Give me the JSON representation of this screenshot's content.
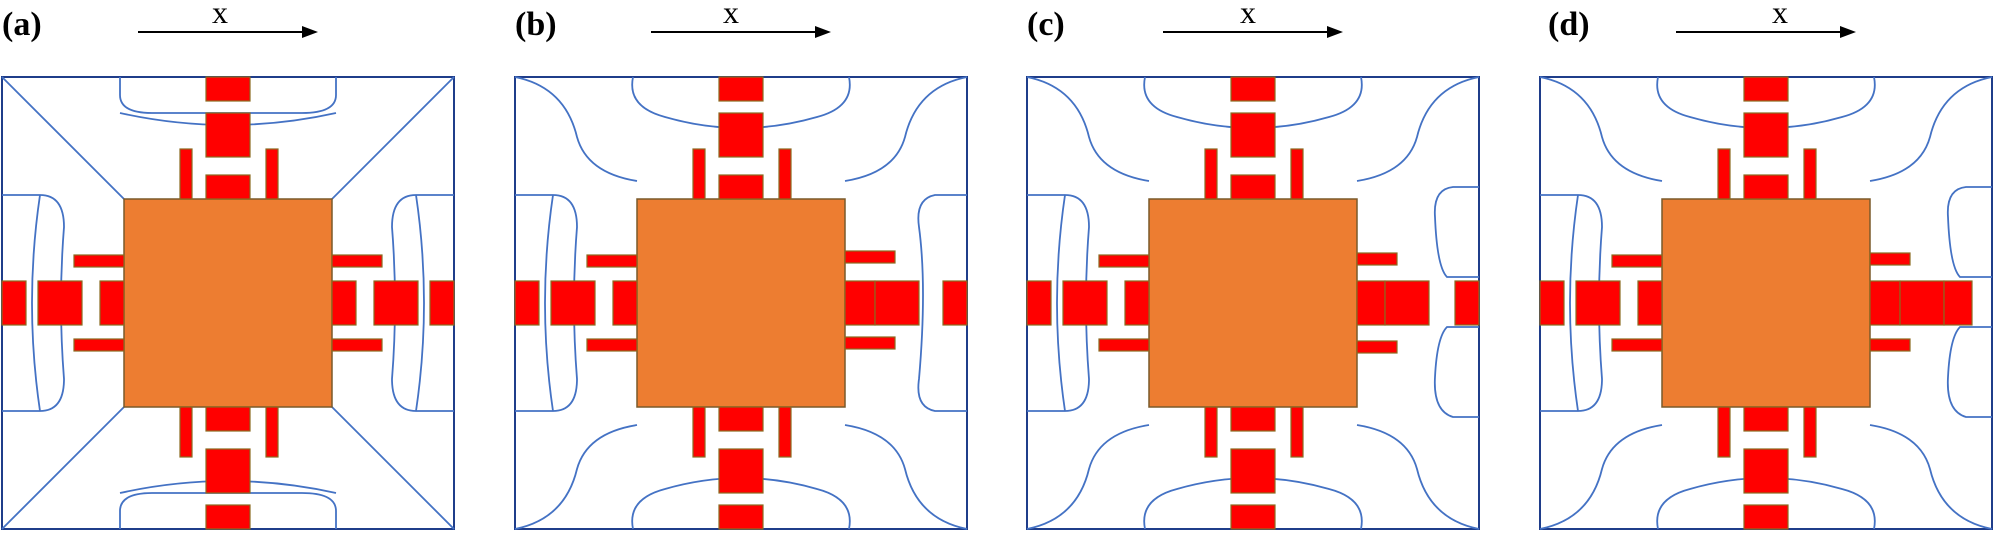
{
  "colors": {
    "frame": "#1f3d8a",
    "contour": "#4472c4",
    "core_fill": "#ed7d31",
    "core_stroke": "#7a5a2a",
    "block_fill": "#ff0000",
    "block_stroke": "#8a6a20",
    "arrow": "#000000"
  },
  "panels": [
    {
      "label": "(a)",
      "axis_label": "x",
      "variant": "a"
    },
    {
      "label": "(b)",
      "axis_label": "x",
      "variant": "b"
    },
    {
      "label": "(c)",
      "axis_label": "x",
      "variant": "c"
    },
    {
      "label": "(d)",
      "axis_label": "x",
      "variant": "d"
    }
  ]
}
